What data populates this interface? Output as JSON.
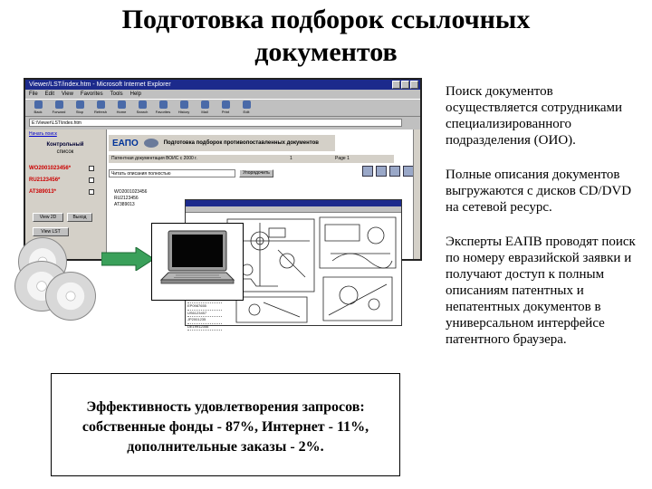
{
  "slide": {
    "title_line1": "Подготовка подборок ссылочных",
    "title_line2": "документов",
    "paragraphs": [
      "Поиск документов осуществляется сотрудниками специализированного подразделения (ОИО).",
      "Полные описания документов выгружаются с дисков CD/DVD на сетевой ресурс.",
      "Эксперты ЕАПВ проводят поиск по номеру евразийской заявки и получают доступ к полным описаниям патентных и непатентных документов в универсальном интерфейсе патентного браузера."
    ],
    "stats_line1": "Эффективность удовлетворения запросов:",
    "stats_line2": "собственные фонды - 87%, Интернет - 11%,",
    "stats_line3": "дополнительные заказы - 2%."
  },
  "browser": {
    "title": "Viewer/LST/index.htm - Microsoft Internet Explorer",
    "menu": [
      "File",
      "Edit",
      "View",
      "Favorites",
      "Tools",
      "Help"
    ],
    "toolbar": [
      "Back",
      "Forward",
      "Stop",
      "Refresh",
      "Home",
      "Search",
      "Favorites",
      "History",
      "Mail",
      "Print",
      "Edit"
    ],
    "address": "E:\\Viewer\\LST\\index.htm",
    "left_link": "Начать поиск",
    "left_head": "Контрольный",
    "left_sub": "список",
    "left_items": [
      "WO2001023456*",
      "RU2123456*",
      "AT389013*"
    ],
    "left_btn1": "View 2D",
    "left_btn2": "Выход",
    "left_btn3": "View LST",
    "eapo_logo": "ЕАПО",
    "eapo_title": "Подготовка подборок противопоставленных документов",
    "doc_row_label": "Патентная документация ВОИС с 2000 г.",
    "doc_row_num": "1",
    "doc_row_page": "Page 1",
    "select_value": "Читать описания полностью",
    "sort_label": "Упорядочить",
    "cb_items": [
      "WO2001023456",
      "RU2123456",
      "AT389013"
    ]
  },
  "overlay": {
    "list": [
      "WO01/23456",
      "RU2123456",
      "AT389013",
      "EP0987654",
      "US6123456",
      "JP2001234",
      "DE19912345",
      "GB2345678",
      "FR2765432",
      "WO01/23457",
      "RU2123457",
      "AT389014",
      "EP0987655",
      "US6123457",
      "JP2001235",
      "DE19912346"
    ]
  },
  "colors": {
    "arrow_fill": "#3aa05a",
    "titlebar": "#1c2a8c",
    "panel": "#d4d0c8"
  }
}
